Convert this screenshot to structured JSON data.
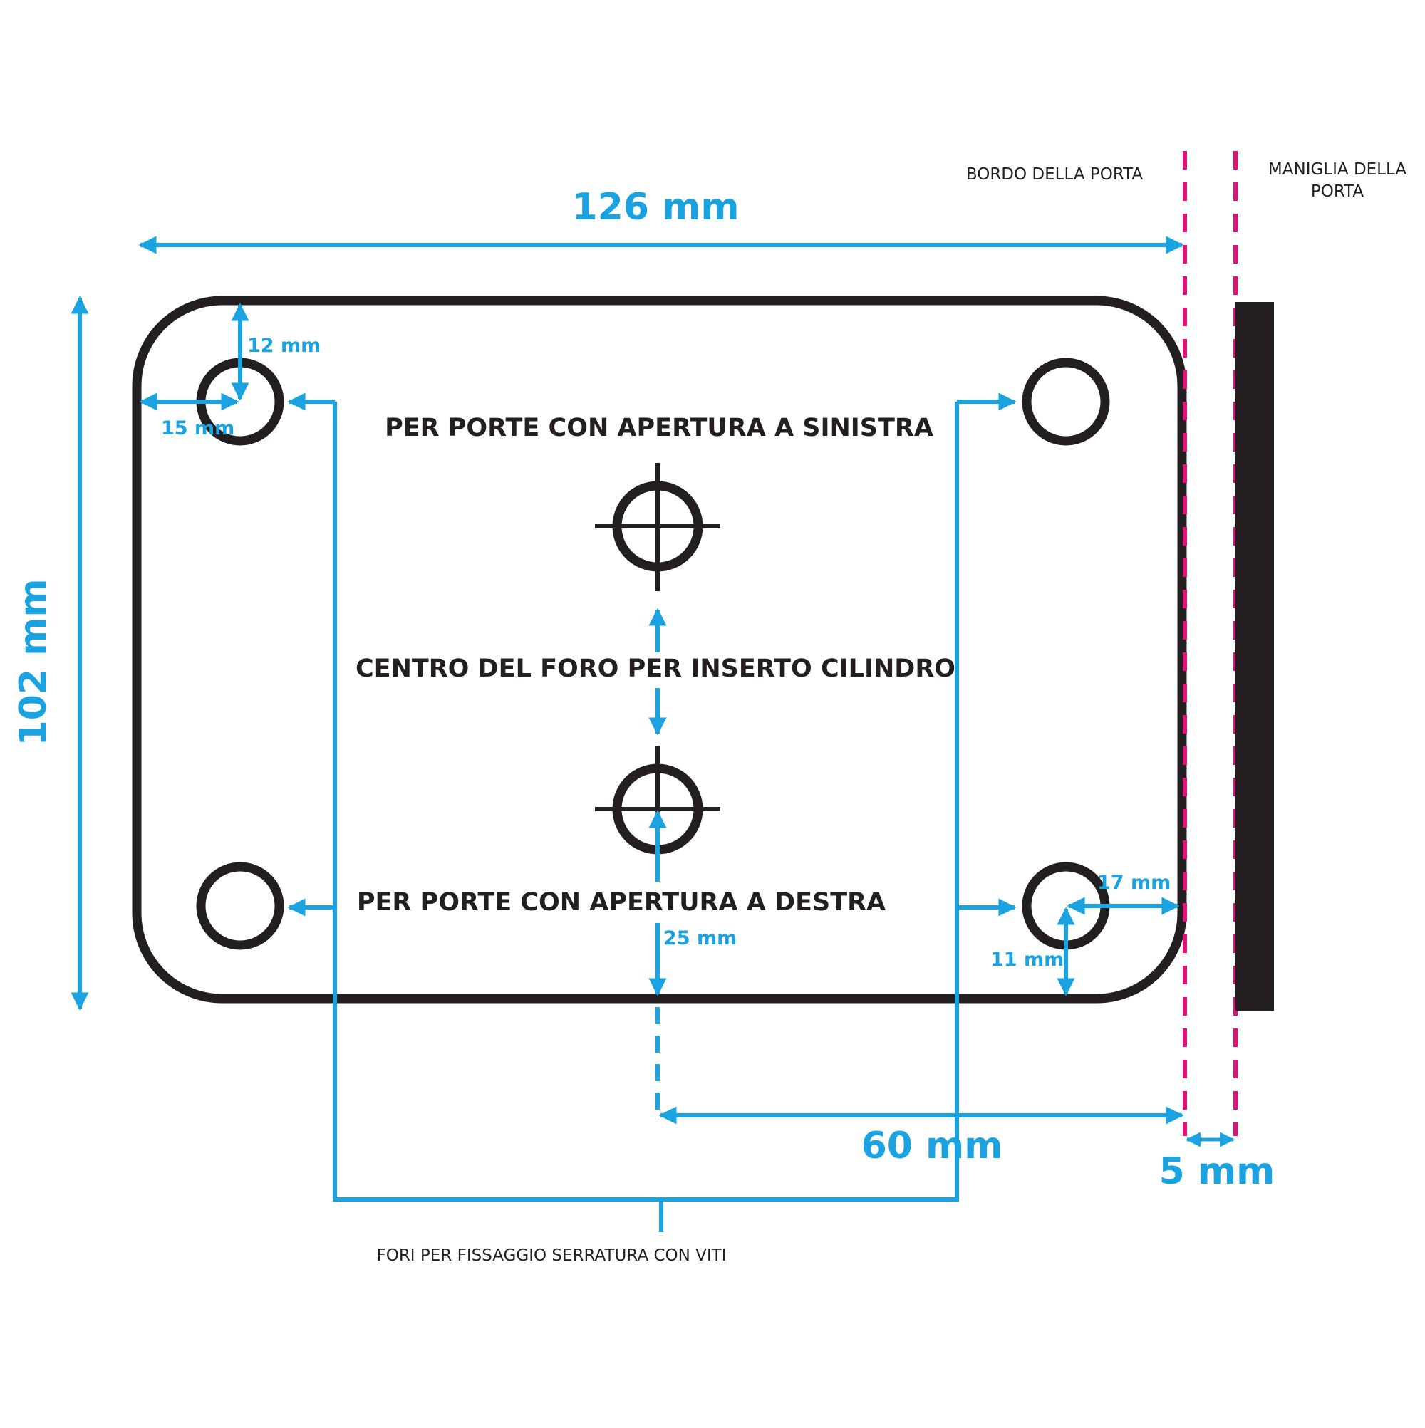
{
  "colors": {
    "outline": "#231f20",
    "dimension": "#1aa3e0",
    "door_line": "#e0127a",
    "background": "#ffffff"
  },
  "labels": {
    "door_edge": "BORDO DELLA PORTA",
    "door_handle_line1": "MANIGLIA DELLA",
    "door_handle_line2": "PORTA",
    "left_opening": "PER PORTE CON APERTURA A SINISTRA",
    "cylinder_center": "CENTRO DEL FORO PER INSERTO CILINDRO",
    "right_opening": "PER PORTE CON APERTURA A DESTRA",
    "screw_holes": "FORI PER FISSAGGIO SERRATURA CON VITI"
  },
  "dimensions": {
    "width": "126 mm",
    "height": "102 mm",
    "top_hole_offset_y": "12 mm",
    "top_hole_offset_x": "15 mm",
    "bottom_hole_offset_x": "17 mm",
    "bottom_hole_offset_y": "11 mm",
    "cylinder_bottom_offset": "25 mm",
    "backset": "60 mm",
    "handle_gap": "5 mm"
  }
}
